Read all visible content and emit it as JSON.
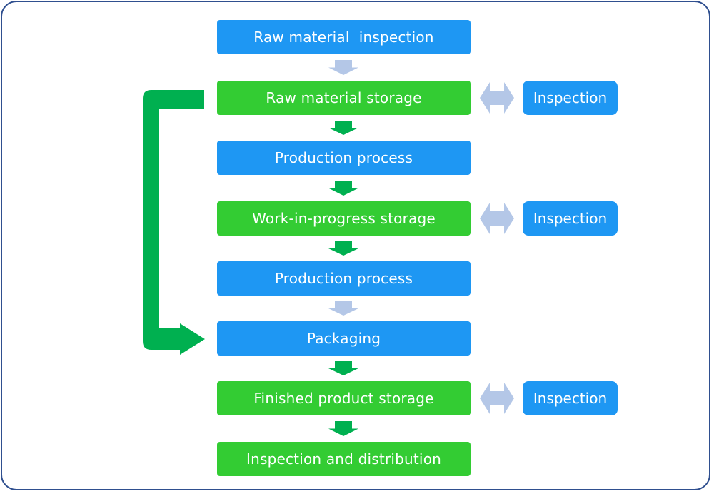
{
  "colors": {
    "process": "#1e97f3",
    "storage": "#33cc33",
    "arrow_light": "#b4c7e7",
    "arrow_green": "#00b050",
    "frame": "#2f4f8f"
  },
  "steps": [
    {
      "label": "Raw material  inspection",
      "kind": "process"
    },
    {
      "label": "Raw material storage",
      "kind": "storage"
    },
    {
      "label": "Production process",
      "kind": "process"
    },
    {
      "label": "Work-in-progress storage",
      "kind": "storage"
    },
    {
      "label": "Production process",
      "kind": "process"
    },
    {
      "label": "Packaging",
      "kind": "process"
    },
    {
      "label": "Finished product storage",
      "kind": "storage"
    },
    {
      "label": "Inspection and distribution",
      "kind": "storage"
    }
  ],
  "side_inspections": [
    {
      "label": "Inspection",
      "step": "Raw material storage"
    },
    {
      "label": "Inspection",
      "step": "Work-in-progress storage"
    },
    {
      "label": "Inspection",
      "step": "Finished product storage"
    }
  ]
}
